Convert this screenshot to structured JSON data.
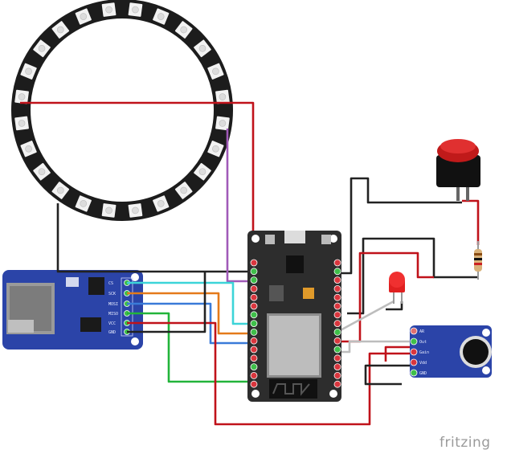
{
  "sd_module": {
    "pins": [
      "CS",
      "SCK",
      "MOSI",
      "MISO",
      "VCC",
      "GND"
    ]
  },
  "mic_module": {
    "pins": [
      "AR",
      "Out",
      "Gain",
      "Vdd",
      "GND"
    ]
  },
  "esp32": {
    "left_pin_count": 15,
    "right_pin_count": 15
  },
  "neopixel_ring": {
    "led_count": 24
  },
  "logo": "fritzing",
  "colors": {
    "board_blue": "#2b44a8",
    "esp_board": "#2d2d2d",
    "wire_red": "#c0121a",
    "wire_black": "#222222",
    "wire_purple": "#a05ab8",
    "wire_cyan": "#3cd4d8",
    "wire_orange": "#e47a1a",
    "wire_blue": "#3a7ad8",
    "wire_green": "#22b43a",
    "wire_grey": "#bdbdbd"
  }
}
